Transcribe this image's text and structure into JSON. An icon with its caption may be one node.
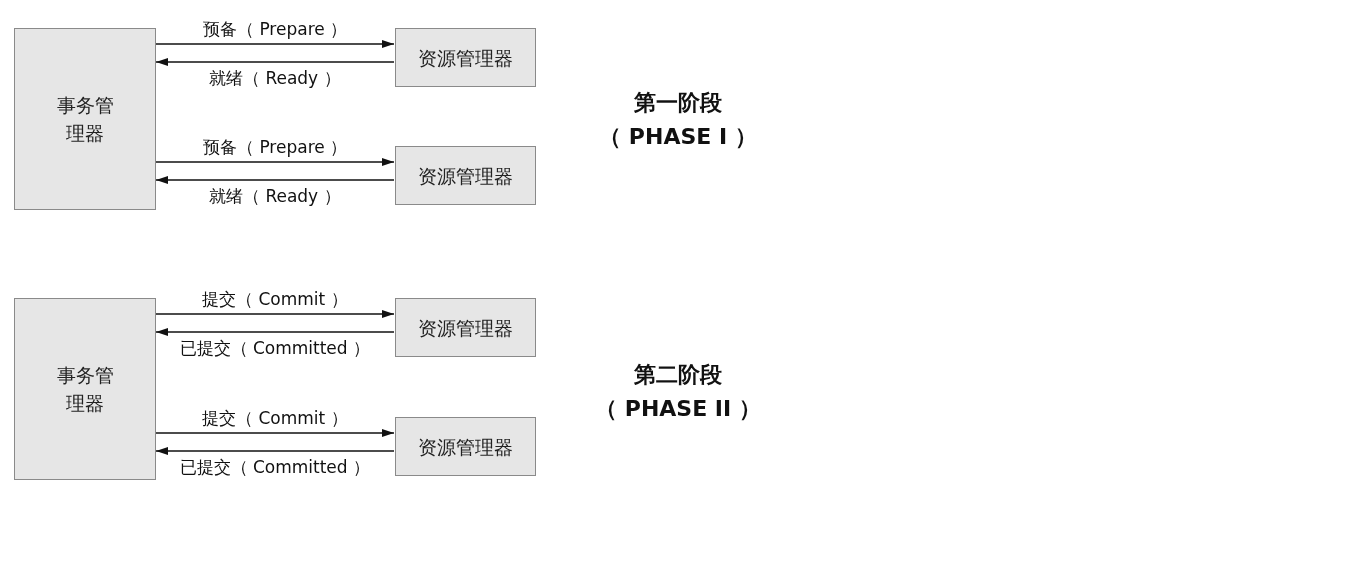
{
  "diagram": {
    "nodes": [
      {
        "text": [
          "事务管理器"
        ]
      },
      {
        "text": [
          "资源管理器"
        ]
      },
      {
        "text": [
          "资源管理器"
        ]
      },
      {
        "text": [
          "事务管理器"
        ]
      },
      {
        "text": [
          "资源管理器"
        ]
      },
      {
        "text": [
          "资源管理器"
        ]
      }
    ],
    "edges": [
      {
        "from": 0,
        "to": 1,
        "arrow": "to",
        "label": "预备（ Prepare ）"
      },
      {
        "from": 1,
        "to": 0,
        "arrow": "to",
        "label": "就绪（ Ready ）"
      },
      {
        "from": 0,
        "to": 2,
        "arrow": "to",
        "label": "预备（ Prepare ）"
      },
      {
        "from": 2,
        "to": 0,
        "arrow": "to",
        "label": "就绪（ Ready ）"
      },
      {
        "from": 3,
        "to": 4,
        "arrow": "to",
        "label": "提交（ Commit ）"
      },
      {
        "from": 4,
        "to": 3,
        "arrow": "to",
        "label": "已提交（ Committed ）"
      },
      {
        "from": 3,
        "to": 5,
        "arrow": "to",
        "label": "提交（ Commit ）"
      },
      {
        "from": 5,
        "to": 3,
        "arrow": "to",
        "label": "已提交（ Committed ）"
      }
    ],
    "labels": [
      "第一阶段",
      "（ PHASE I ）",
      "第二阶段",
      "（ PHASE II ）"
    ]
  }
}
